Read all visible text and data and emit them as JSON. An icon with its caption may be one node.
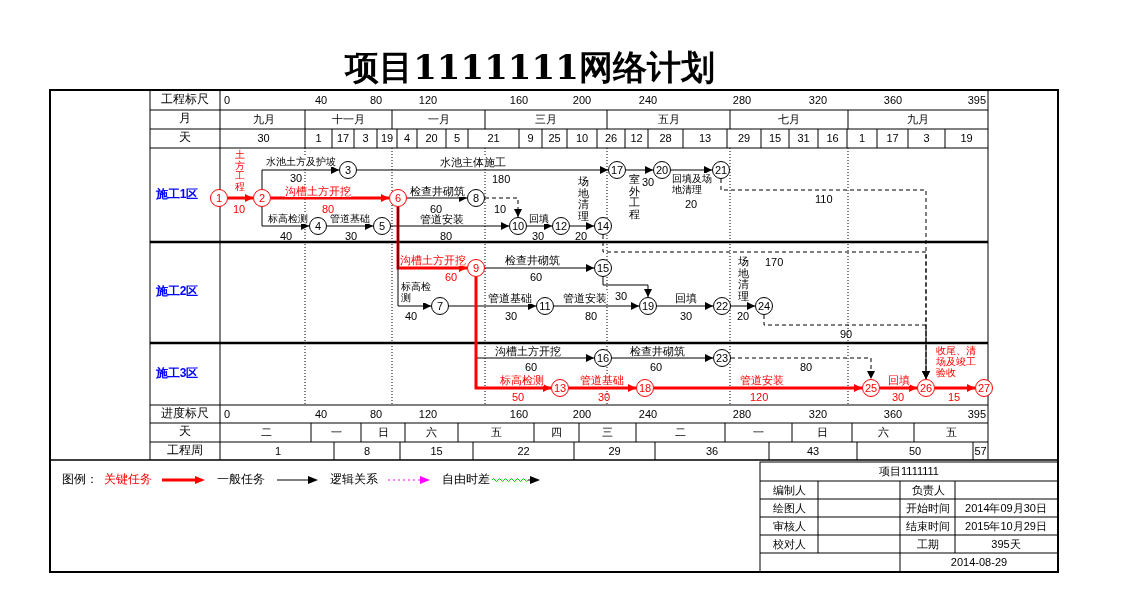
{
  "diagram": {
    "title": "项目1111111网络计划",
    "nodes": [
      {
        "text": [
          "1"
        ]
      },
      {
        "text": [
          "2"
        ]
      },
      {
        "text": [
          "3"
        ]
      },
      {
        "text": [
          "4"
        ]
      },
      {
        "text": [
          "5"
        ]
      },
      {
        "text": [
          "6"
        ]
      },
      {
        "text": [
          "7"
        ]
      },
      {
        "text": [
          "8"
        ]
      },
      {
        "text": [
          "9"
        ]
      },
      {
        "text": [
          "10"
        ]
      },
      {
        "text": [
          "11"
        ]
      },
      {
        "text": [
          "12"
        ]
      },
      {
        "text": [
          "13"
        ]
      },
      {
        "text": [
          "14"
        ]
      },
      {
        "text": [
          "15"
        ]
      },
      {
        "text": [
          "16"
        ]
      },
      {
        "text": [
          "17"
        ]
      },
      {
        "text": [
          "18"
        ]
      },
      {
        "text": [
          "19"
        ]
      },
      {
        "text": [
          "20"
        ]
      },
      {
        "text": [
          "21"
        ]
      },
      {
        "text": [
          "22"
        ]
      },
      {
        "text": [
          "23"
        ]
      },
      {
        "text": [
          "24"
        ]
      },
      {
        "text": [
          "25"
        ]
      },
      {
        "text": [
          "26"
        ]
      },
      {
        "text": [
          "27"
        ]
      }
    ],
    "edges": [
      {
        "from": 0,
        "to": 1,
        "arrow": "to",
        "label": "土方工程",
        "style": "thick",
        "color": "#ff0000"
      },
      {
        "from": 1,
        "to": 2,
        "arrow": "to",
        "label": "水池土方及护坡"
      },
      {
        "from": 1,
        "to": 5,
        "arrow": "to",
        "label": "沟槽土方开挖",
        "style": "thick",
        "color": "#ff0000"
      },
      {
        "from": 1,
        "to": 3,
        "arrow": "to",
        "label": "标高检测"
      },
      {
        "from": 2,
        "to": 16,
        "arrow": "to",
        "label": "水池主体施工"
      },
      {
        "from": 3,
        "to": 4,
        "arrow": "to",
        "label": "管道基础"
      },
      {
        "from": 5,
        "to": 7,
        "arrow": "to",
        "label": "检查井砌筑"
      },
      {
        "from": 4,
        "to": 9,
        "arrow": "to",
        "label": "管道安装"
      },
      {
        "from": 7,
        "to": 9,
        "arrow": "to",
        "style": "dashed"
      },
      {
        "from": 9,
        "to": 11,
        "arrow": "to",
        "label": "回填"
      },
      {
        "from": 11,
        "to": 13,
        "arrow": "to",
        "label": "场地清理"
      },
      {
        "from": 16,
        "to": 19,
        "arrow": "to",
        "label": "室外工程"
      },
      {
        "from": 19,
        "to": 20,
        "arrow": "to",
        "label": "回填及场地清理"
      },
      {
        "from": 5,
        "to": 8,
        "arrow": "to",
        "label": "沟槽土方开挖",
        "style": "thick",
        "color": "#ff0000"
      },
      {
        "from": 5,
        "to": 6,
        "arrow": "to",
        "label": "标高检测"
      },
      {
        "from": 8,
        "to": 14,
        "arrow": "to",
        "label": "检查井砌筑"
      },
      {
        "from": 6,
        "to": 10,
        "arrow": "to",
        "label": "管道基础"
      },
      {
        "from": 14,
        "to": 18,
        "arrow": "to"
      },
      {
        "from": 10,
        "to": 18,
        "arrow": "to",
        "label": "管道安装"
      },
      {
        "from": 18,
        "to": 21,
        "arrow": "to",
        "label": "回填"
      },
      {
        "from": 21,
        "to": 23,
        "arrow": "to",
        "label": "场地清理"
      },
      {
        "from": 8,
        "to": 15,
        "arrow": "to",
        "label": "沟槽土方开挖"
      },
      {
        "from": 8,
        "to": 12,
        "arrow": "to",
        "label": "标高检测",
        "style": "thick",
        "color": "#ff0000"
      },
      {
        "from": 12,
        "to": 17,
        "arrow": "to",
        "label": "管道基础",
        "style": "thick",
        "color": "#ff0000"
      },
      {
        "from": 15,
        "to": 22,
        "arrow": "to",
        "label": "检查井砌筑"
      },
      {
        "from": 17,
        "to": 24,
        "arrow": "to",
        "label": "管道安装",
        "style": "thick",
        "color": "#ff0000"
      },
      {
        "from": 24,
        "to": 25,
        "arrow": "to",
        "label": "回填",
        "style": "thick",
        "color": "#ff0000"
      },
      {
        "from": 25,
        "to": 26,
        "arrow": "to",
        "label": "收尾、清场及竣工验收",
        "style": "thick",
        "color": "#ff0000"
      },
      {
        "from": 22,
        "to": 24,
        "arrow": "to",
        "style": "dashed"
      },
      {
        "from": 23,
        "to": 25,
        "arrow": "to",
        "style": "dashed"
      },
      {
        "from": 20,
        "to": 25,
        "arrow": "to",
        "style": "dashed"
      },
      {
        "from": 13,
        "to": 25,
        "arrow": "to",
        "style": "dashed"
      }
    ],
    "labels": [
      "工程标尺",
      "0",
      "40",
      "80",
      "120",
      "160",
      "200",
      "240",
      "280",
      "320",
      "360",
      "395",
      "月",
      "九月",
      "十一月",
      "一月",
      "三月",
      "五月",
      "七月",
      "九月",
      "天",
      "30",
      "1",
      "17",
      "3",
      "19",
      "4",
      "20",
      "5",
      "21",
      "9",
      "25",
      "10",
      "26",
      "12",
      "28",
      "13",
      "29",
      "15",
      "31",
      "16",
      "1",
      "17",
      "3",
      "19",
      "施工1区",
      "施工2区",
      "施工3区",
      "10",
      "30",
      "80",
      "40",
      "180",
      "30",
      "60",
      "80",
      "10",
      "30",
      "20",
      "30",
      "20",
      "110",
      "170",
      "60",
      "40",
      "60",
      "30",
      "80",
      "30",
      "30",
      "20",
      "90",
      "60",
      "60",
      "80",
      "50",
      "30",
      "120",
      "30",
      "15",
      "进度标尺",
      "0",
      "40",
      "80",
      "120",
      "160",
      "200",
      "240",
      "280",
      "320",
      "360",
      "395",
      "天",
      "二",
      "一",
      "日",
      "六",
      "五",
      "四",
      "三",
      "二",
      "一",
      "日",
      "六",
      "五",
      "工程周",
      "1",
      "8",
      "15",
      "22",
      "29",
      "36",
      "43",
      "50",
      "57",
      "图例：",
      "项目1111111",
      "编制人",
      "负责人",
      "绘图人",
      "开始时间",
      "2014年09月30日",
      "审核人",
      "结束时间",
      "2015年10月29日",
      "校对人",
      "工期",
      "395天",
      "2014-08-29"
    ],
    "legend": [
      {
        "text": "关键任务"
      },
      {
        "text": "一般任务"
      },
      {
        "text": "逻辑关系"
      },
      {
        "text": "自由时差"
      }
    ]
  }
}
